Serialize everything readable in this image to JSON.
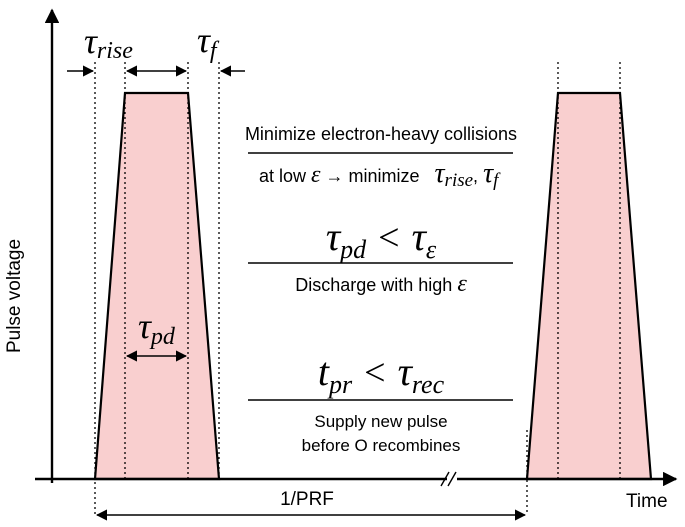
{
  "axes": {
    "y_label": "Pulse voltage",
    "x_label": "Time"
  },
  "timing_labels": {
    "rise": {
      "symbol": "τ",
      "subscript": "rise"
    },
    "fall": {
      "symbol": "τ",
      "subscript": "f"
    },
    "pulse_duration": {
      "symbol": "τ",
      "subscript": "pd"
    },
    "period": "1/PRF"
  },
  "conditions": [
    {
      "top_text": "Minimize electron-heavy collisions",
      "bottom_prefix": "at low ",
      "bottom_var": "ε",
      "bottom_arrow": " → minimize ",
      "bottom_terms": "τ",
      "bottom_sub_1": "rise",
      "bottom_sep": ", ",
      "bottom_sub_2": "f"
    },
    {
      "lhs_symbol": "τ",
      "lhs_sub": "pd",
      "relation": "<",
      "rhs_symbol": "τ",
      "rhs_sub": "ε",
      "caption_prefix": "Discharge with high ",
      "caption_var": "ε"
    },
    {
      "lhs_symbol": "t",
      "lhs_sub": "pr",
      "relation": "<",
      "rhs_symbol": "τ",
      "rhs_sub": "rec",
      "caption_line_1": "Supply new pulse",
      "caption_line_2": "before O recombines"
    }
  ],
  "colors": {
    "pulse_fill": "#f9cfcf",
    "line": "#000000"
  }
}
